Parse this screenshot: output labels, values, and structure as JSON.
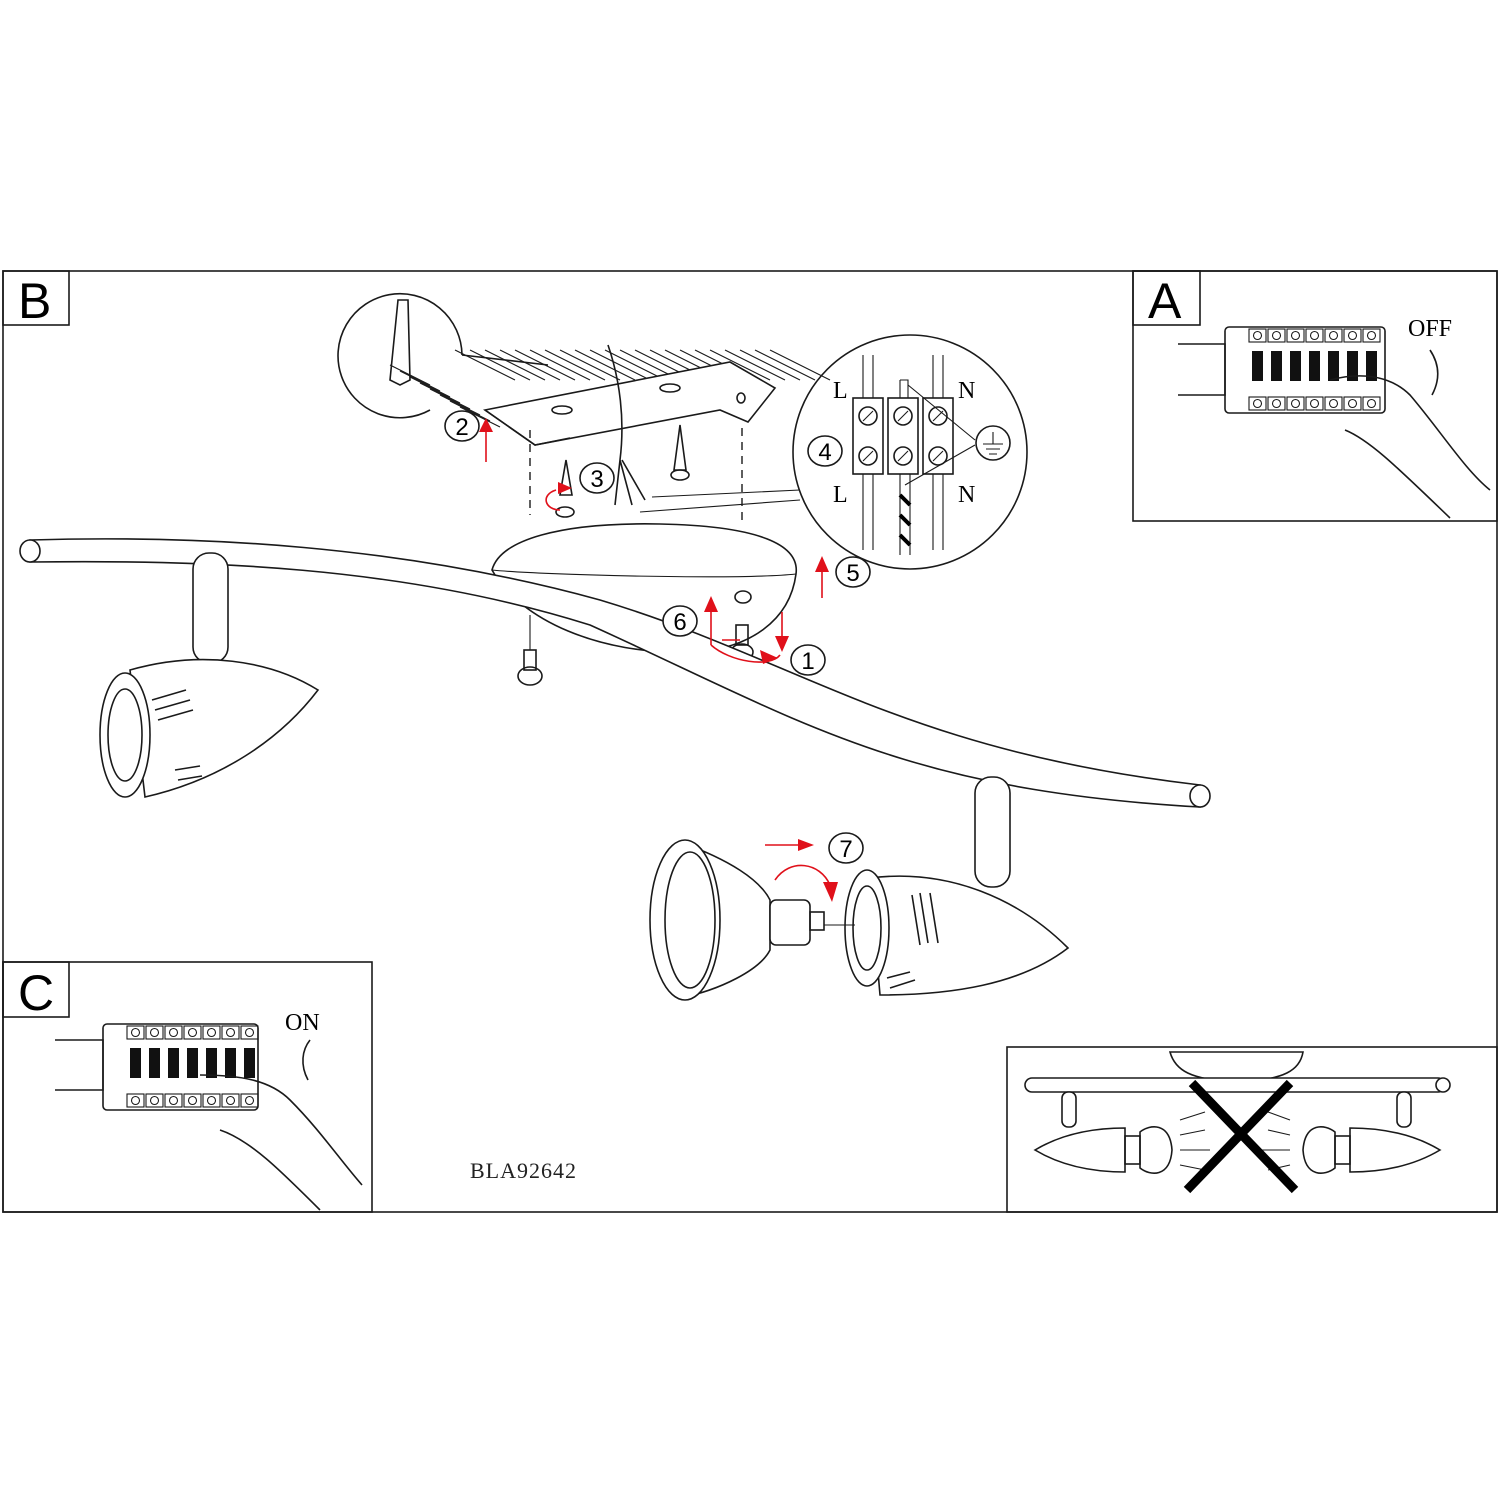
{
  "document": {
    "model_code": "BLA92642",
    "colors": {
      "line": "#1a1a1a",
      "arrow": "#e0101a",
      "background": "#ffffff"
    }
  },
  "panels": {
    "A": {
      "label": "A",
      "switch_state": "OFF",
      "breaker_count": 7
    },
    "B": {
      "label": "B",
      "steps": [
        "1",
        "2",
        "3",
        "4",
        "5",
        "6",
        "7"
      ]
    },
    "C": {
      "label": "C",
      "switch_state": "ON",
      "breaker_count": 7
    },
    "warning": {
      "meaning": "Do not point spotlights toward each other"
    }
  },
  "wiring": {
    "top_left": "L",
    "top_right": "N",
    "bottom_left": "L",
    "bottom_right": "N",
    "ground_symbol": "earth-ground"
  }
}
